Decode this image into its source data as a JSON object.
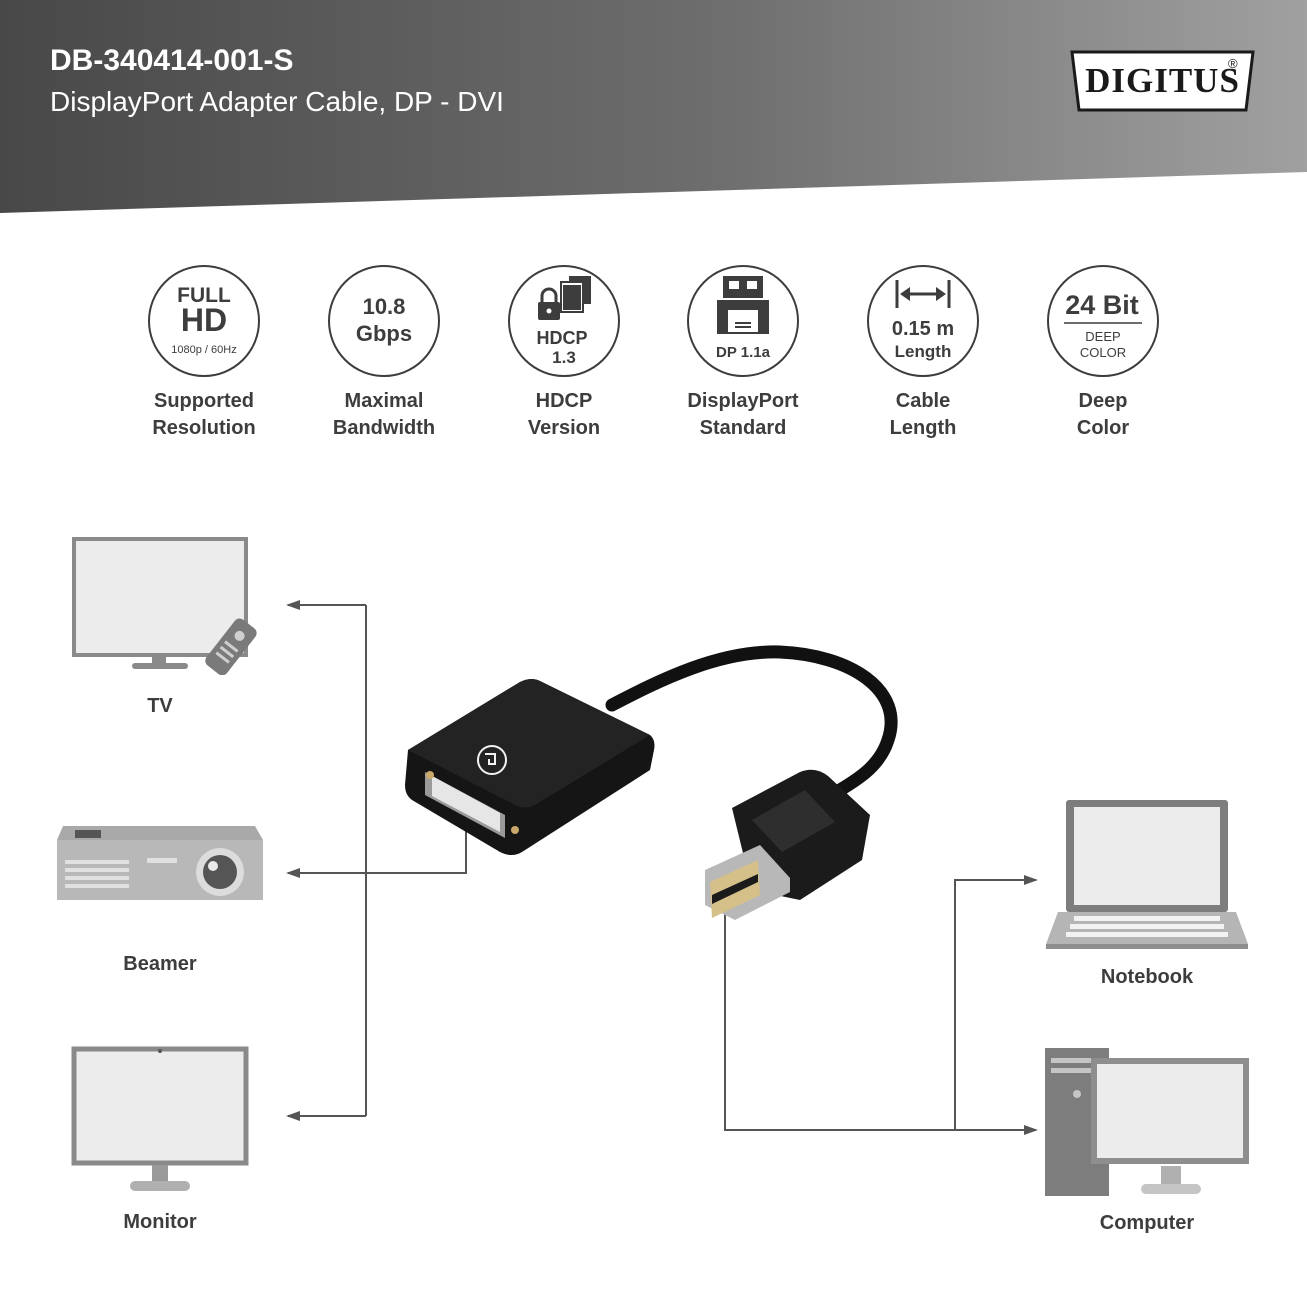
{
  "header": {
    "title": "DB-340414-001-S",
    "subtitle": "DisplayPort Adapter Cable, DP - DVI",
    "brand": "DIGITUS",
    "brand_mark": "®"
  },
  "features": [
    {
      "id": "resolution",
      "icon": "full-hd-icon",
      "lines": [
        "FULL",
        "HD",
        "1080p / 60Hz"
      ],
      "caption": [
        "Supported",
        "Resolution"
      ]
    },
    {
      "id": "bandwidth",
      "icon": "bandwidth-icon",
      "lines": [
        "10.8",
        "Gbps"
      ],
      "caption": [
        "Maximal",
        "Bandwidth"
      ]
    },
    {
      "id": "hdcp",
      "icon": "hdcp-lock-icon",
      "lines": [
        "HDCP",
        "1.3"
      ],
      "caption": [
        "HDCP",
        "Version"
      ]
    },
    {
      "id": "displayport",
      "icon": "displayport-connector-icon",
      "lines": [
        "DP 1.1a"
      ],
      "caption": [
        "DisplayPort",
        "Standard"
      ]
    },
    {
      "id": "length",
      "icon": "length-arrow-icon",
      "lines": [
        "0.15 m",
        "Length"
      ],
      "caption": [
        "Cable",
        "Length"
      ]
    },
    {
      "id": "color",
      "icon": "deep-color-icon",
      "lines": [
        "24 Bit",
        "DEEP",
        "COLOR"
      ],
      "caption": [
        "Deep",
        "Color"
      ]
    }
  ],
  "devices": {
    "tv": "TV",
    "beamer": "Beamer",
    "monitor": "Monitor",
    "notebook": "Notebook",
    "computer": "Computer"
  },
  "colors": {
    "header_dark": "#4a4a4a",
    "header_light": "#9a9a9a",
    "text": "#3d3d3d",
    "line": "#555555",
    "device_gray": "#8e8e8e"
  }
}
